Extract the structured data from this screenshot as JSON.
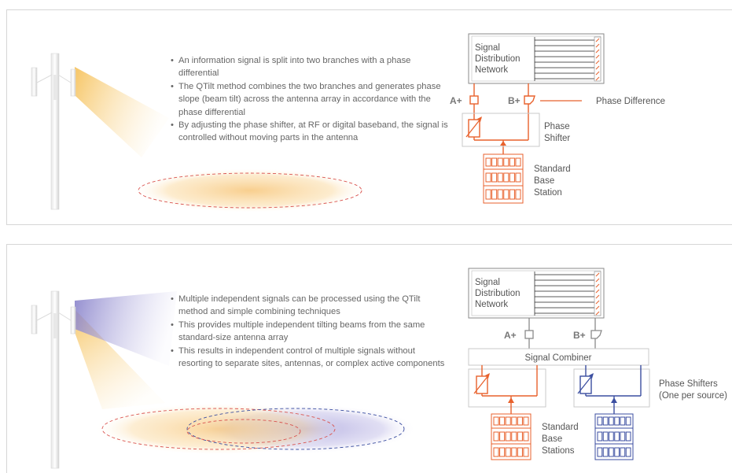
{
  "panel1": {
    "bullets": [
      "An information signal is split into two branches with a phase differential",
      "The QTilt method combines the two branches and generates phase slope (beam tilt) across the antenna array in accordance with the phase differential",
      "By adjusting the phase shifter, at RF or digital baseband, the signal is controlled without moving parts in the antenna"
    ],
    "diagram": {
      "sdn_label": [
        "Signal",
        "Distribution",
        "Network"
      ],
      "port_a": "A+",
      "port_b": "B+",
      "phase_difference": "Phase Difference",
      "phase_shifter": [
        "Phase",
        "Shifter"
      ],
      "base_station": [
        "Standard",
        "Base",
        "Station"
      ]
    }
  },
  "panel2": {
    "bullets": [
      "Multiple independent signals can be processed using the QTilt method and simple combining techniques",
      "This provides multiple independent tilting beams from the same standard-size antenna array",
      "This results in independent control of multiple signals without resorting to separate sites, antennas, or complex active components"
    ],
    "diagram": {
      "sdn_label": [
        "Signal",
        "Distribution",
        "Network"
      ],
      "port_a": "A+",
      "port_b": "B+",
      "signal_combiner": "Signal Combiner",
      "phase_shifters": [
        "Phase Shifters",
        "(One per source)"
      ],
      "base_stations": [
        "Standard",
        "Base",
        "Stations"
      ]
    }
  },
  "colors": {
    "orange": "#e8612c",
    "blue": "#3b4ea0",
    "border": "#d6d6d6",
    "text": "#666666",
    "beam_yellow": "#f7c96a",
    "beam_purple": "#9a93d3"
  }
}
